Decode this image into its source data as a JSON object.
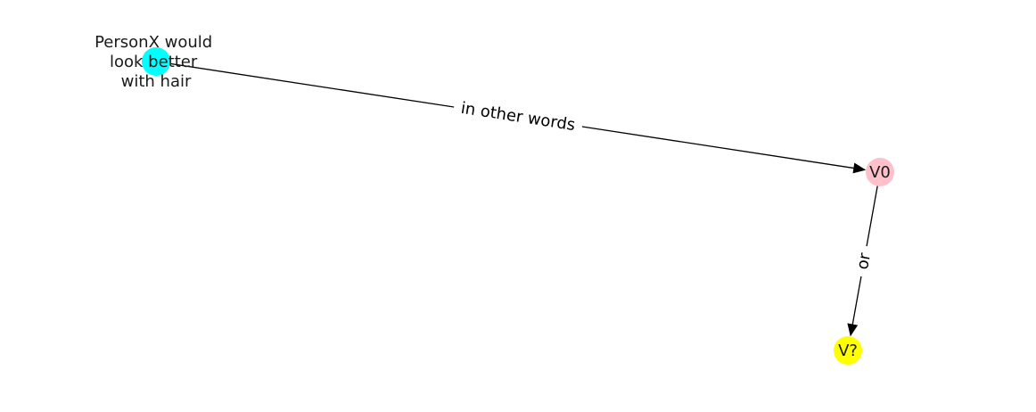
{
  "graph": {
    "nodes": [
      {
        "id": "n0",
        "lines": [
          "PersonX would",
          "look better",
          "with hair"
        ],
        "color": "#00ffff"
      },
      {
        "id": "n1",
        "lines": [
          "V0"
        ],
        "color": "#ffc0cb"
      },
      {
        "id": "n2",
        "lines": [
          "V?"
        ],
        "color": "#ffff00"
      }
    ],
    "edges": [
      {
        "id": "e0",
        "from": "n0",
        "to": "n1",
        "label": "in other words"
      },
      {
        "id": "e1",
        "from": "n1",
        "to": "n2",
        "label": "or"
      }
    ]
  }
}
